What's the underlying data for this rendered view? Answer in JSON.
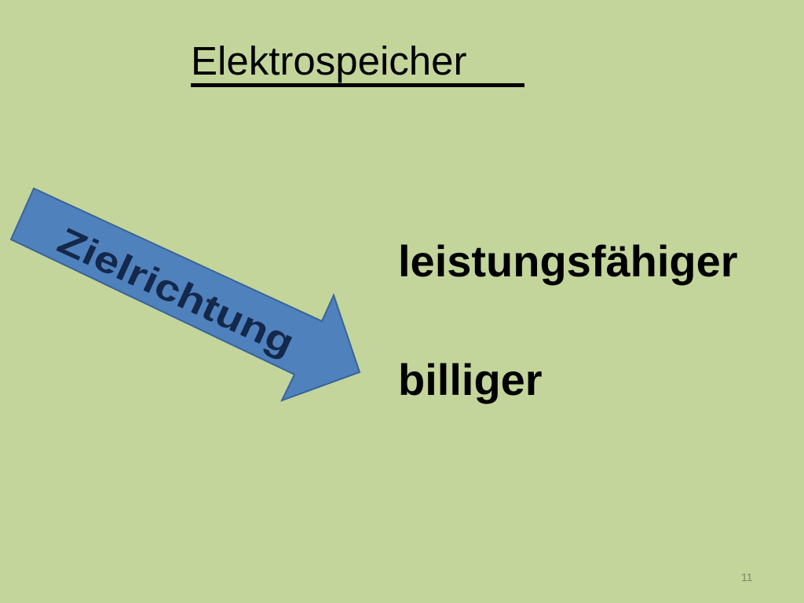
{
  "slide": {
    "title": "Elektrospeicher",
    "arrow_label": "Zielrichtung",
    "points": [
      "leistungsfähiger",
      "billiger"
    ],
    "page_number": "11"
  },
  "colors": {
    "background": "#c4d59c",
    "arrow_fill": "#4f81bd",
    "arrow_stroke": "#3a6496",
    "arrow_text": "#14284b",
    "text": "#000000"
  }
}
